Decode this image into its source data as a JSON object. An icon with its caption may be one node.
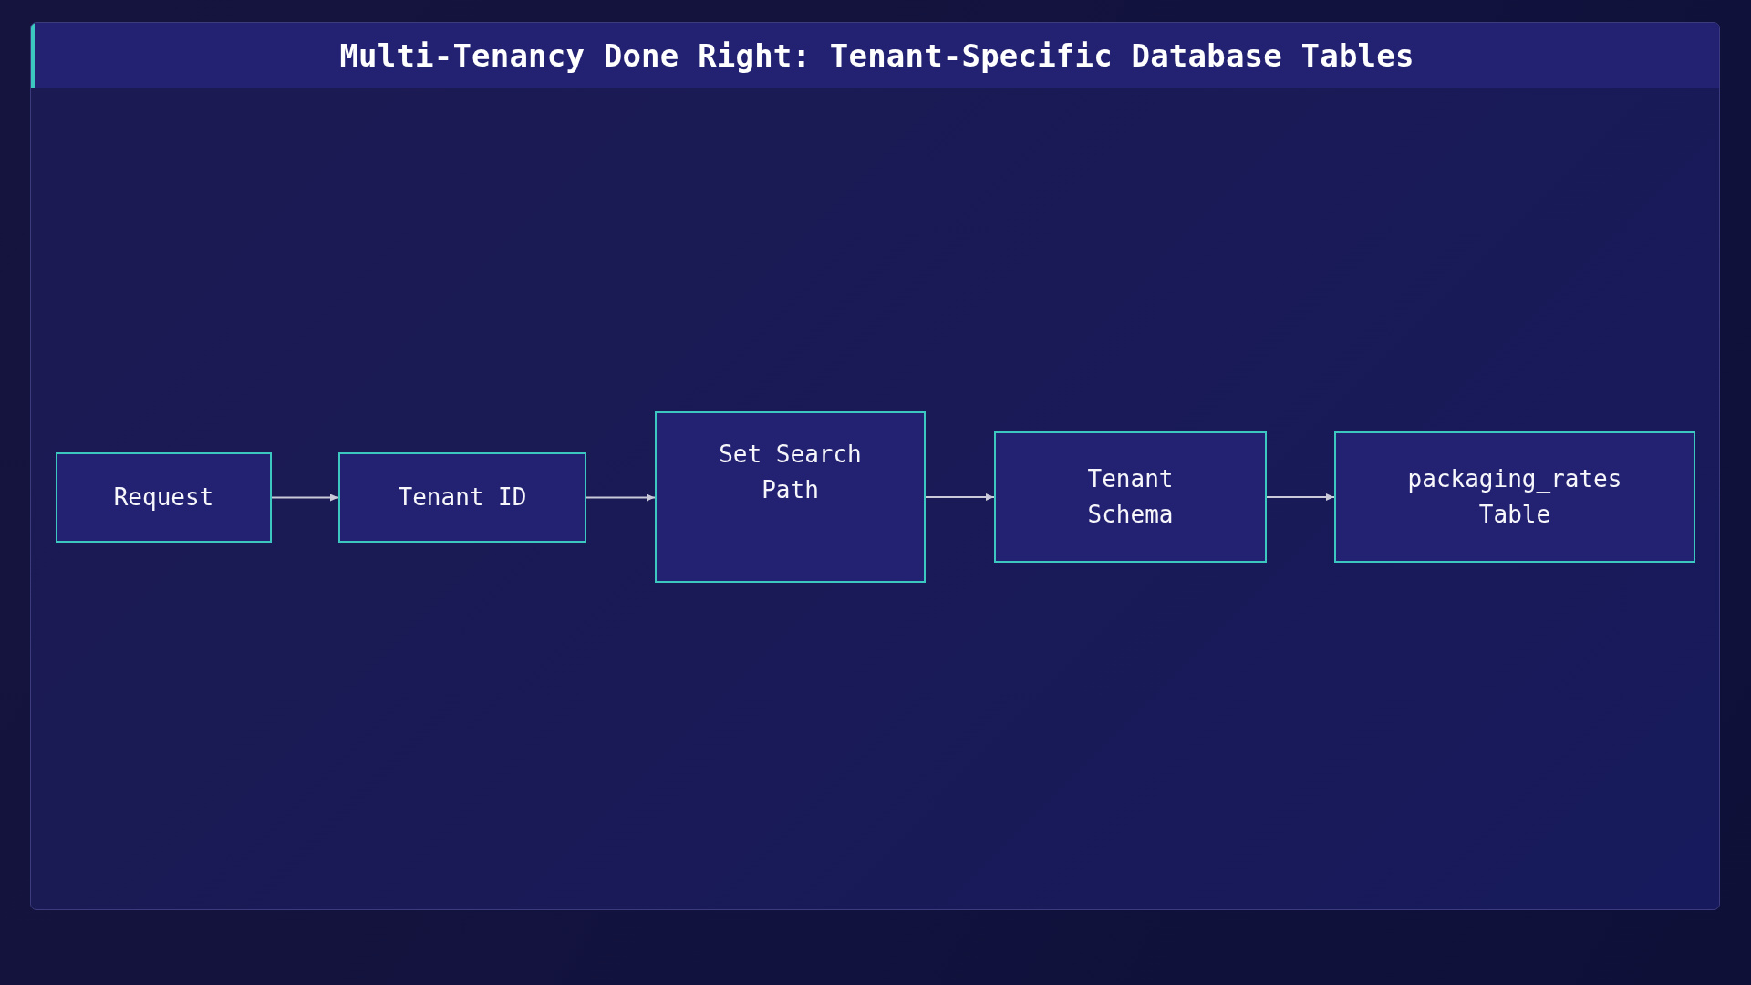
{
  "diagram": {
    "title": "Multi-Tenancy Done Right: Tenant-Specific Database Tables",
    "nodes": [
      {
        "text": [
          "Request"
        ]
      },
      {
        "text": [
          "Tenant ID"
        ]
      },
      {
        "text": [
          "Set Search Path"
        ]
      },
      {
        "text": [
          "Tenant Schema"
        ]
      },
      {
        "text": [
          "packaging_rates Table"
        ]
      }
    ],
    "edges": [
      {
        "from": 0,
        "to": 1,
        "arrow": "to"
      },
      {
        "from": 1,
        "to": 2,
        "arrow": "to"
      },
      {
        "from": 2,
        "to": 3,
        "arrow": "to"
      },
      {
        "from": 3,
        "to": 4,
        "arrow": "to"
      }
    ]
  }
}
